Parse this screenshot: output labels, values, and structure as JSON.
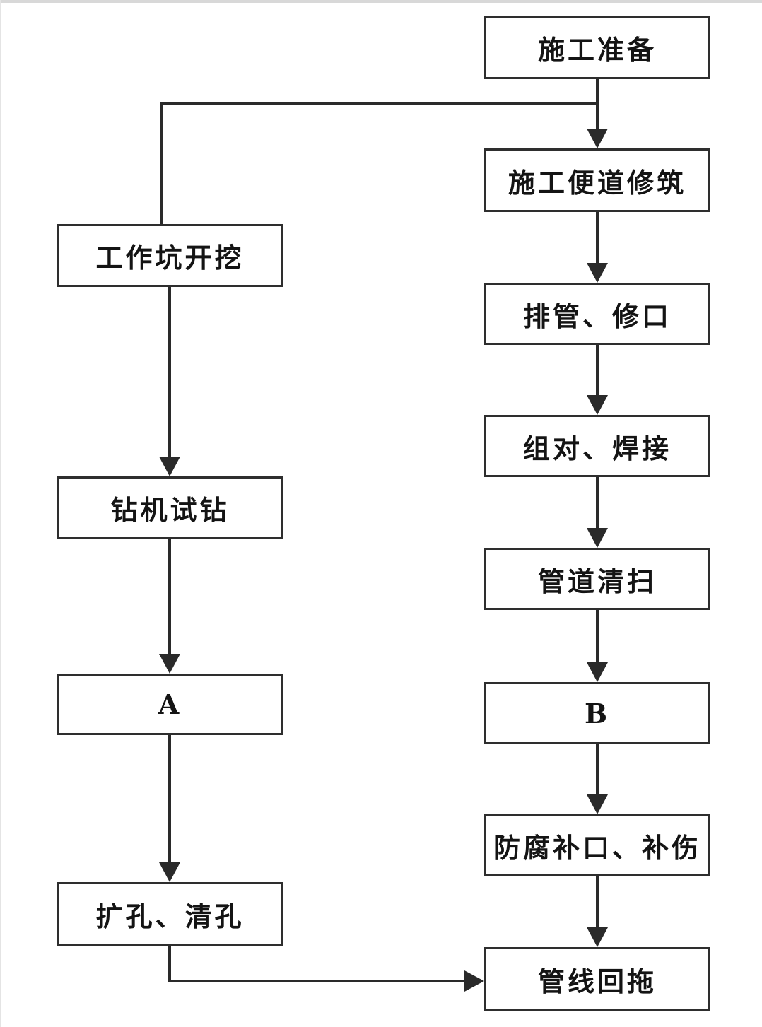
{
  "colors": {
    "background": "#ffffff",
    "box_border": "#2e2e2e",
    "line": "#2a2a2a",
    "text": "#141414",
    "top_edge_strip": "#d8d8d8"
  },
  "diagram": {
    "type": "flowchart",
    "nodes": [
      {
        "id": "construction-preparation",
        "label": "施工准备",
        "column": "right"
      },
      {
        "id": "access-road-construction",
        "label": "施工便道修筑",
        "column": "right"
      },
      {
        "id": "pipe-stringing-end-repair",
        "label": "排管、修口",
        "column": "right"
      },
      {
        "id": "fitup-welding",
        "label": "组对、焊接",
        "column": "right"
      },
      {
        "id": "pipeline-cleaning",
        "label": "管道清扫",
        "column": "right"
      },
      {
        "id": "node-b",
        "label": "B",
        "column": "right"
      },
      {
        "id": "anticorrosion-joint-damage-repair",
        "label": "防腐补口、补伤",
        "column": "right"
      },
      {
        "id": "pipeline-pullback",
        "label": "管线回拖",
        "column": "right"
      },
      {
        "id": "work-pit-excavation",
        "label": "工作坑开挖",
        "column": "left"
      },
      {
        "id": "drill-rig-trial-drilling",
        "label": "钻机试钻",
        "column": "left"
      },
      {
        "id": "node-a",
        "label": "A",
        "column": "left"
      },
      {
        "id": "reaming-hole-cleaning",
        "label": "扩孔、清孔",
        "column": "left"
      }
    ],
    "edges": [
      {
        "from": "construction-preparation",
        "to": "access-road-construction",
        "arrowhead": true
      },
      {
        "from": "construction-preparation",
        "to": "work-pit-excavation",
        "arrowhead": false
      },
      {
        "from": "access-road-construction",
        "to": "pipe-stringing-end-repair",
        "arrowhead": true
      },
      {
        "from": "pipe-stringing-end-repair",
        "to": "fitup-welding",
        "arrowhead": true
      },
      {
        "from": "fitup-welding",
        "to": "pipeline-cleaning",
        "arrowhead": true
      },
      {
        "from": "pipeline-cleaning",
        "to": "node-b",
        "arrowhead": true
      },
      {
        "from": "node-b",
        "to": "anticorrosion-joint-damage-repair",
        "arrowhead": true
      },
      {
        "from": "anticorrosion-joint-damage-repair",
        "to": "pipeline-pullback",
        "arrowhead": true
      },
      {
        "from": "work-pit-excavation",
        "to": "drill-rig-trial-drilling",
        "arrowhead": true
      },
      {
        "from": "drill-rig-trial-drilling",
        "to": "node-a",
        "arrowhead": true
      },
      {
        "from": "node-a",
        "to": "reaming-hole-cleaning",
        "arrowhead": true
      },
      {
        "from": "reaming-hole-cleaning",
        "to": "pipeline-pullback",
        "arrowhead": true
      }
    ]
  }
}
